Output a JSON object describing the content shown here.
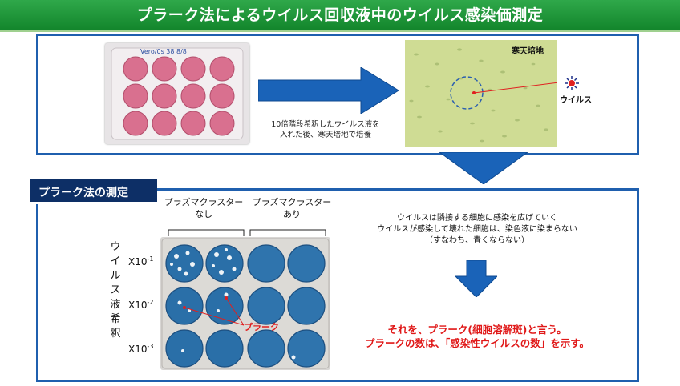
{
  "header": {
    "title": "プラーク法によるウイルス回収液中のウイルス感染価測定"
  },
  "top_panel": {
    "plate_photo_handwriting": "Vero/0s 38 8/8",
    "caption_lines": [
      "10倍階段希釈したウイルス液を",
      "入れた後、寒天培地で培養"
    ],
    "micro_label": "寒天培地",
    "virus_label": "ウイルス"
  },
  "section": {
    "title": "プラーク法の測定"
  },
  "bottom_panel": {
    "bracket_no_cluster": [
      "プラズマクラスター",
      "なし"
    ],
    "bracket_with_cluster": [
      "プラズマクラスター",
      "あり"
    ],
    "side_label": [
      "ウ",
      "イ",
      "ル",
      "ス",
      "液",
      "希",
      "釈"
    ],
    "rows": [
      {
        "base": "X10",
        "exp": "-1"
      },
      {
        "base": "X10",
        "exp": "-2"
      },
      {
        "base": "X10",
        "exp": "-3"
      }
    ],
    "plaque_label": "プラーク",
    "explanation_lines": [
      "ウイルスは隣接する細胞に感染を広げていく",
      "ウイルスが感染して壊れた細胞は、染色液に染まらない",
      "（すなわち、青くならない）"
    ],
    "result_lines": [
      "それを、プラーク(細胞溶解斑)と言う。",
      "プラークの数は、「感染性ウイルスの数」を示す。"
    ]
  },
  "colors": {
    "header_green": "#13862c",
    "frame_blue": "#1f5fae",
    "tab_navy": "#0d2f66",
    "result_red": "#e01818",
    "stain_blue": "#2a6fa8",
    "medium_pink": "#d9708f"
  }
}
